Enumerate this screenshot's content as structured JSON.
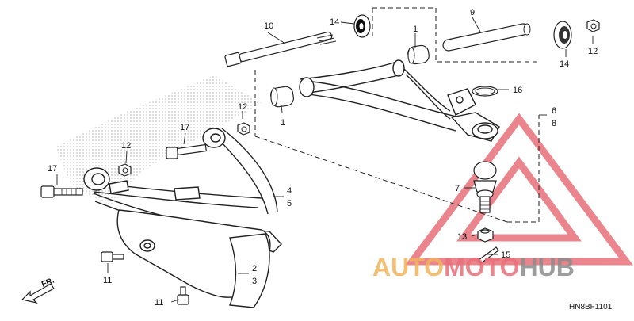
{
  "diagram": {
    "code": "HN8BF1101",
    "direction_label": "FR.",
    "callouts": {
      "c1_upper": "1",
      "c1_lower": "1",
      "c2": "2",
      "c3": "3",
      "c4": "4",
      "c5": "5",
      "c6": "6",
      "c7": "7",
      "c8": "8",
      "c9": "9",
      "c10": "10",
      "c11_bottom": "11",
      "c11_left": "11",
      "c12_left": "12",
      "c12_mid": "12",
      "c12_right": "12",
      "c13": "13",
      "c14_top": "14",
      "c14_right": "14",
      "c15": "15",
      "c16": "16",
      "c17_top": "17",
      "c17_left": "17"
    }
  },
  "watermark": {
    "brand_part1": "AUTO",
    "brand_part2": "MOTO",
    "brand_part3": "HUB",
    "colors": {
      "orange": "#f0b45c",
      "red": "#e8707a",
      "gray": "#8c8c8c"
    }
  }
}
